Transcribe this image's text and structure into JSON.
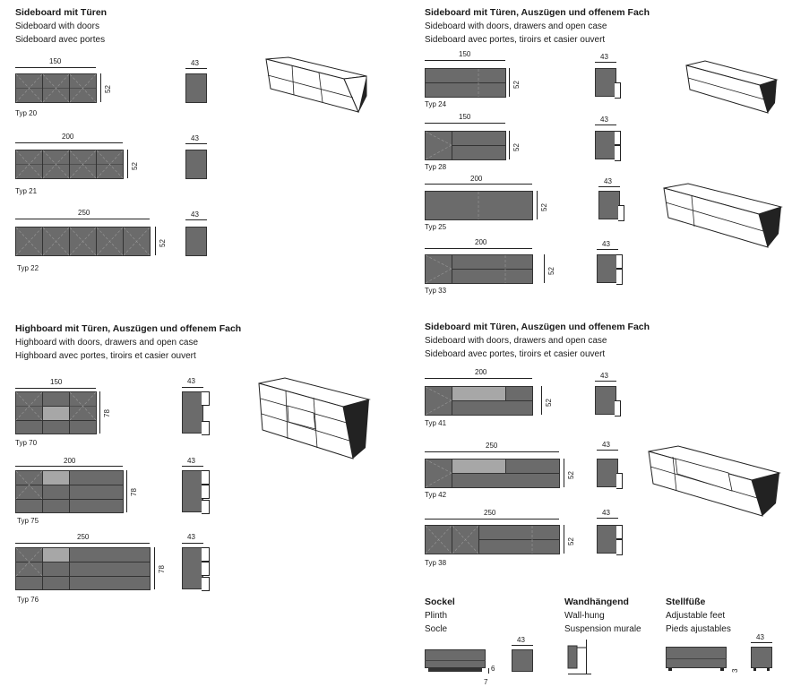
{
  "section_doors": {
    "title": "Sideboard mit Türen",
    "en": "Sideboard with doors",
    "fr": "Sideboard avec portes",
    "items": [
      {
        "width": "150",
        "height": "52",
        "depth": "43",
        "typ": "Typ 20"
      },
      {
        "width": "200",
        "height": "52",
        "depth": "43",
        "typ": "Typ 21"
      },
      {
        "width": "250",
        "height": "52",
        "depth": "43",
        "typ": "Typ 22"
      }
    ]
  },
  "section_drawers": {
    "title": "Sideboard mit Türen, Auszügen und offenem Fach",
    "en": "Sideboard with doors, drawers and open case",
    "fr": "Sideboard avec portes, tiroirs et casier ouvert",
    "items": [
      {
        "width": "150",
        "height": "52",
        "depth": "43",
        "typ": "Typ 24"
      },
      {
        "width": "150",
        "height": "52",
        "depth": "43",
        "typ": "Typ 28"
      },
      {
        "width": "200",
        "height": "52",
        "depth": "43",
        "typ": "Typ 25"
      },
      {
        "width": "200",
        "height": "52",
        "depth": "43",
        "typ": "Typ 33"
      }
    ]
  },
  "section_highboard": {
    "title": "Highboard mit Türen, Auszügen und offenem Fach",
    "en": "Highboard with doors, drawers and open case",
    "fr": "Highboard avec portes, tiroirs et casier ouvert",
    "items": [
      {
        "width": "150",
        "height": "78",
        "depth": "43",
        "typ": "Typ 70"
      },
      {
        "width": "200",
        "height": "78",
        "depth": "43",
        "typ": "Typ 75"
      },
      {
        "width": "250",
        "height": "78",
        "depth": "43",
        "typ": "Typ 76"
      }
    ]
  },
  "section_open": {
    "title": "Sideboard mit Türen, Auszügen und offenem Fach",
    "en": "Sideboard with doors, drawers and open case",
    "fr": "Sideboard avec portes, tiroirs et casier ouvert",
    "items": [
      {
        "width": "200",
        "height": "52",
        "depth": "43",
        "typ": "Typ 41"
      },
      {
        "width": "250",
        "height": "52",
        "depth": "43",
        "typ": "Typ 42"
      },
      {
        "width": "250",
        "height": "52",
        "depth": "43",
        "typ": "Typ 38"
      }
    ]
  },
  "sockel": {
    "title": "Sockel",
    "en": "Plinth",
    "fr": "Socle",
    "depth": "43",
    "base_height": "6",
    "base_inset": "7"
  },
  "wall": {
    "title": "Wandhängend",
    "en": "Wall-hung",
    "fr": "Suspension murale"
  },
  "feet": {
    "title": "Stellfüße",
    "en": "Adjustable feet",
    "fr": "Pieds ajustables",
    "depth": "43",
    "foot_height": "3"
  },
  "colors": {
    "panel": "#6b6b6b",
    "panel_light": "#a7a7a7",
    "line": "#222222"
  }
}
